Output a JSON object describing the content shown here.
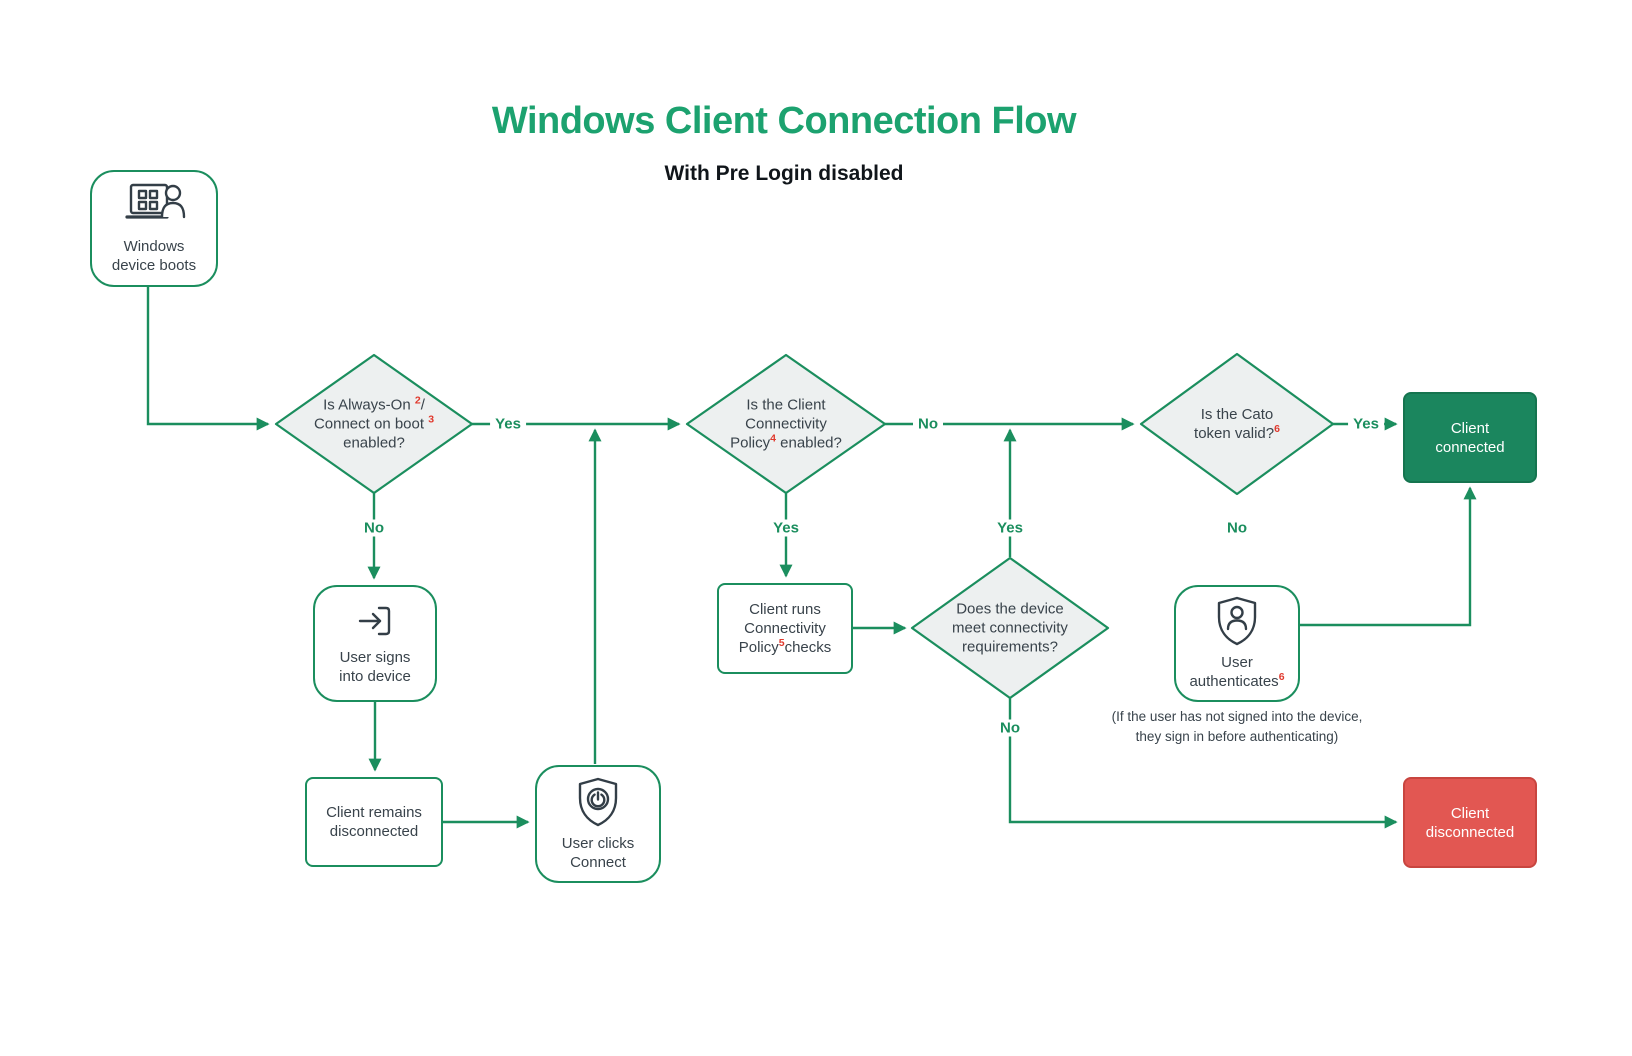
{
  "title": "Windows Client Connection Flow",
  "subtitle": "With Pre Login disabled",
  "colors": {
    "line_green": "#1b8e5e",
    "title_green": "#1ca26f",
    "diamond_fill": "#edf0f0",
    "connected_fill": "#1b865e",
    "disconnected_fill": "#e25752",
    "superscript_red": "#e0392d",
    "text": "#39434b"
  },
  "icons": {
    "boots": "laptop-user-icon",
    "signs": "sign-in-arrow-icon",
    "clicks": "shield-power-icon",
    "auth": "shield-user-icon"
  },
  "nodes": {
    "boots": {
      "line1": "Windows",
      "line2": "device boots"
    },
    "signs": {
      "line1": "User signs",
      "line2": "into device"
    },
    "remains": {
      "line1": "Client remains",
      "line2": "disconnected"
    },
    "clicks": {
      "line1": "User clicks",
      "line2": "Connect"
    },
    "runs": {
      "line1": "Client runs",
      "line2": "Connectivity",
      "line3_pre": "Policy",
      "line3_sup": "5",
      "line3_post": "checks"
    },
    "auth": {
      "line1": "User",
      "line2_pre": "authenticates",
      "line2_sup": "6"
    },
    "connected": {
      "line1": "Client",
      "line2": "connected"
    },
    "disconnected": {
      "line1": "Client",
      "line2": "disconnected"
    }
  },
  "decisions": {
    "d1": {
      "line1_pre": "Is Always-On ",
      "line1_sup": "2",
      "line1_post": "/",
      "line2_pre": "Connect on boot ",
      "line2_sup": "3",
      "line3": "enabled?"
    },
    "d2": {
      "line1": "Is the Client",
      "line2": "Connectivity",
      "line3_pre": "Policy",
      "line3_sup": "4",
      "line3_post": " enabled?"
    },
    "d3": {
      "line1": "Is the Cato",
      "line2_pre": "token valid?",
      "line2_sup": "6"
    },
    "d4": {
      "line1": "Does the device",
      "line2": "meet connectivity",
      "line3": "requirements?"
    }
  },
  "edge_labels": {
    "d1_yes": "Yes",
    "d1_no": "No",
    "d2_yes": "Yes",
    "d2_no": "No",
    "d3_yes": "Yes",
    "d3_no": "No",
    "d4_yes": "Yes",
    "d4_no": "No"
  },
  "note": {
    "line1": "(If the user has not signed into the device,",
    "line2": "they sign in before authenticating)"
  }
}
